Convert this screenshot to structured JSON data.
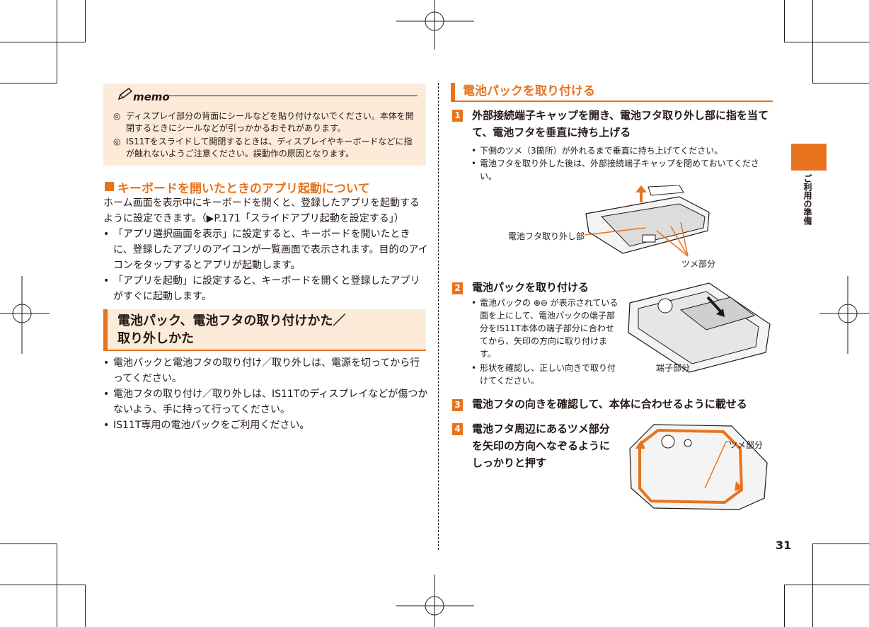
{
  "memo": {
    "title": "memo",
    "items": [
      {
        "mark": "◎",
        "text": "ディスプレイ部分の背面にシールなどを貼り付けないでください。本体を開閉するときにシールなどが引っかかるおそれがあります。"
      },
      {
        "mark": "◎",
        "text": "IS11Tをスライドして開閉するときは、ディスプレイやキーボードなどに指が触れないようご注意ください。誤動作の原因となります。"
      }
    ]
  },
  "keyboard_section": {
    "heading": "キーボードを開いたときのアプリ起動について",
    "intro": "ホーム画面を表示中にキーボードを開くと、登録したアプリを起動するように設定できます。（▶P.171「スライドアプリ起動を設定する」）",
    "bullets": [
      "「アプリ選択画面を表示」に設定すると、キーボードを開いたときに、登録したアプリのアイコンが一覧画面で表示されます。目的のアイコンをタップするとアプリが起動します。",
      "「アプリを起動」に設定すると、キーボードを開くと登録したアプリがすぐに起動します。"
    ]
  },
  "battery_section": {
    "heading_line1": "電池パック、電池フタの取り付けかた／",
    "heading_line2": "取り外しかた",
    "bullets": [
      "電池パックと電池フタの取り付け／取り外しは、電源を切ってから行ってください。",
      "電池フタの取り付け／取り外しは、IS11Tのディスプレイなどが傷つかないよう、手に持って行ってください。",
      "IS11T専用の電池パックをご利用ください。"
    ]
  },
  "right": {
    "heading": "電池パックを取り付ける",
    "steps": [
      {
        "num": "1",
        "title": "外部接続端子キャップを開き、電池フタ取り外し部に指を当てて、電池フタを垂直に持ち上げる",
        "bullets": [
          "下側のツメ（3箇所）が外れるまで垂直に持ち上げてください。",
          "電池フタを取り外した後は、外部接続端子キャップを閉めておいてください。"
        ],
        "labels": {
          "cover_release": "電池フタ取り外し部",
          "tabs": "ツメ部分"
        }
      },
      {
        "num": "2",
        "title": "電池パックを取り付ける",
        "bullets": [
          "電池パックの ⊕⊖ が表示されている面を上にして、電池パックの端子部分をIS11T本体の端子部分に合わせてから、矢印の方向に取り付けます。",
          "形状を確認し、正しい向きで取り付けてください。"
        ],
        "labels": {
          "terminal": "端子部分"
        }
      },
      {
        "num": "3",
        "title": "電池フタの向きを確認して、本体に合わせるように載せる"
      },
      {
        "num": "4",
        "title": "電池フタ周辺にあるツメ部分を矢印の方向へなぞるようにしっかりと押す",
        "labels": {
          "tabs": "ツメ部分"
        }
      }
    ]
  },
  "side_tab": "ご利用の準備",
  "page_number": "31",
  "colors": {
    "accent": "#e8731e",
    "memo_bg": "#fdebd9",
    "text": "#231815"
  }
}
